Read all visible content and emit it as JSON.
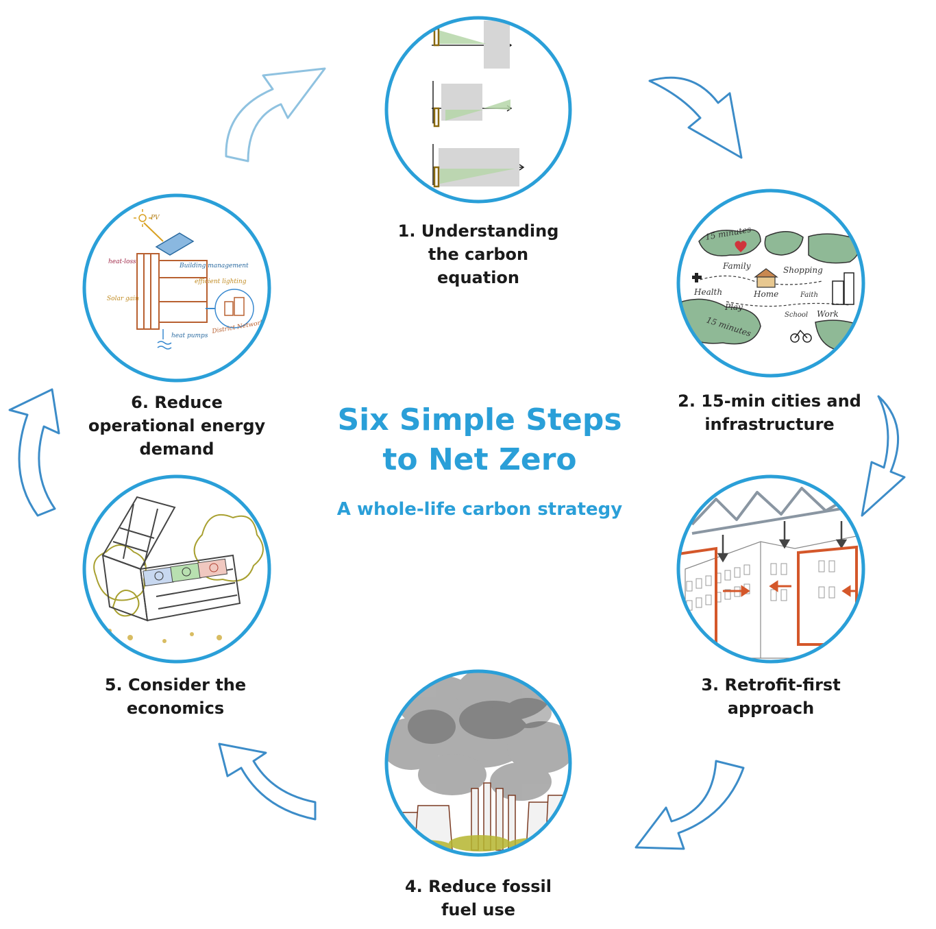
{
  "title": {
    "line1": "Six Simple Steps",
    "line2": "to Net Zero"
  },
  "subtitle": "A whole-life carbon strategy",
  "steps": [
    {
      "lines": [
        "1. Understanding",
        "the carbon",
        "equation"
      ]
    },
    {
      "lines": [
        "2. 15-min cities and",
        "infrastructure"
      ]
    },
    {
      "lines": [
        "3. Retrofit-first",
        "approach"
      ]
    },
    {
      "lines": [
        "4. Reduce fossil",
        "fuel use"
      ]
    },
    {
      "lines": [
        "5. Consider the",
        "economics"
      ]
    },
    {
      "lines": [
        "6. Reduce",
        "operational energy",
        "demand"
      ]
    }
  ],
  "sketch_text": {
    "cities": {
      "top_minutes": "15 minutes",
      "family": "Family",
      "shopping": "Shopping",
      "health": "Health",
      "home": "Home",
      "faith": "Faith",
      "play": "Play",
      "school": "School",
      "work": "Work",
      "bottom_minutes": "15 minutes"
    },
    "energy": {
      "pv": "PV",
      "heat_loss": "heat-loss",
      "building_management": "Building management",
      "efficient_lighting": "efficient lighting",
      "solar_gain": "Solar gain",
      "district_networks": "District Networks",
      "heat_pumps": "heat pumps"
    }
  },
  "colors": {
    "accent": "#2a9fd8",
    "arrow": "#3c8cc8",
    "label": "#1a1a1a",
    "retrofit": "#d4572a",
    "green_area": "#8fb996"
  }
}
